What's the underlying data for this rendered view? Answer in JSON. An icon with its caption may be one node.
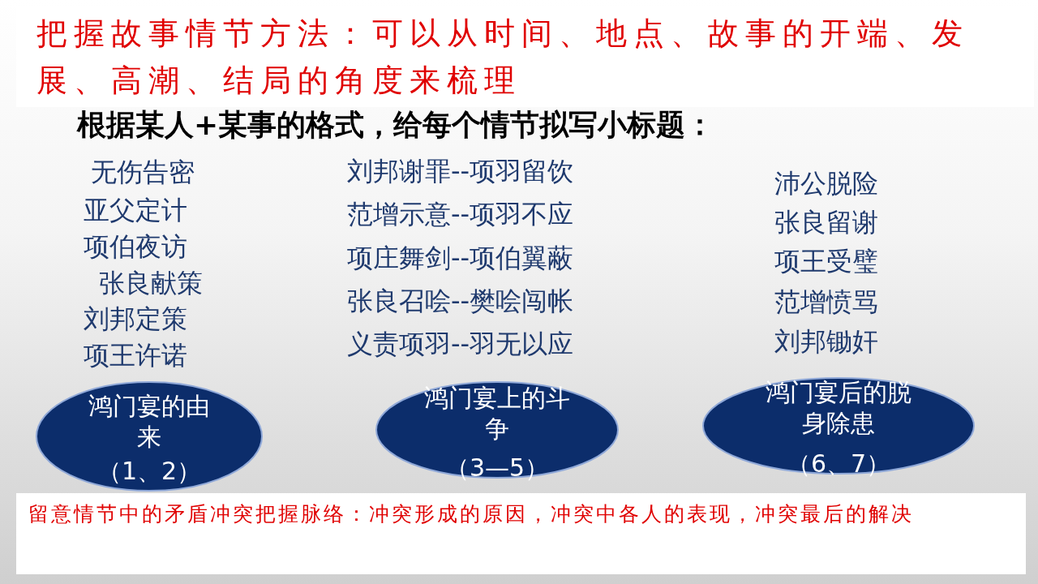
{
  "diagram": {
    "title": "把握故事情节方法：可以从时间、地点、故事的开端、发展、高潮、结局的角度来梳理",
    "caption": "留意情节中的矛盾冲突把握脉络：冲突形成的原因，冲突中各人的表现，冲突最后的解决",
    "labels": [
      "根据某人+某事的格式，给每个情节拟写小标题："
    ],
    "nodes": [
      {
        "text": [
          "鸿门宴的由来",
          "（1、2）"
        ],
        "beside": [
          "无伤告密",
          "亚父定计",
          "项伯夜访",
          "张良献策",
          "刘邦定策",
          "项王许诺"
        ]
      },
      {
        "text": [
          "鸿门宴上的斗争",
          "（3—5）"
        ],
        "beside": [
          "刘邦谢罪--项羽留饮",
          "范增示意--项羽不应",
          "项庄舞剑--项伯翼蔽",
          "张良召哙--樊哙闯帐",
          "义责项羽--羽无以应"
        ]
      },
      {
        "text": [
          "鸿门宴后的脱身除患",
          "（6、7）"
        ],
        "beside": [
          "沛公脱险",
          "张良留谢",
          "项王受璧",
          "范增愤骂",
          "刘邦锄奸"
        ]
      }
    ]
  }
}
